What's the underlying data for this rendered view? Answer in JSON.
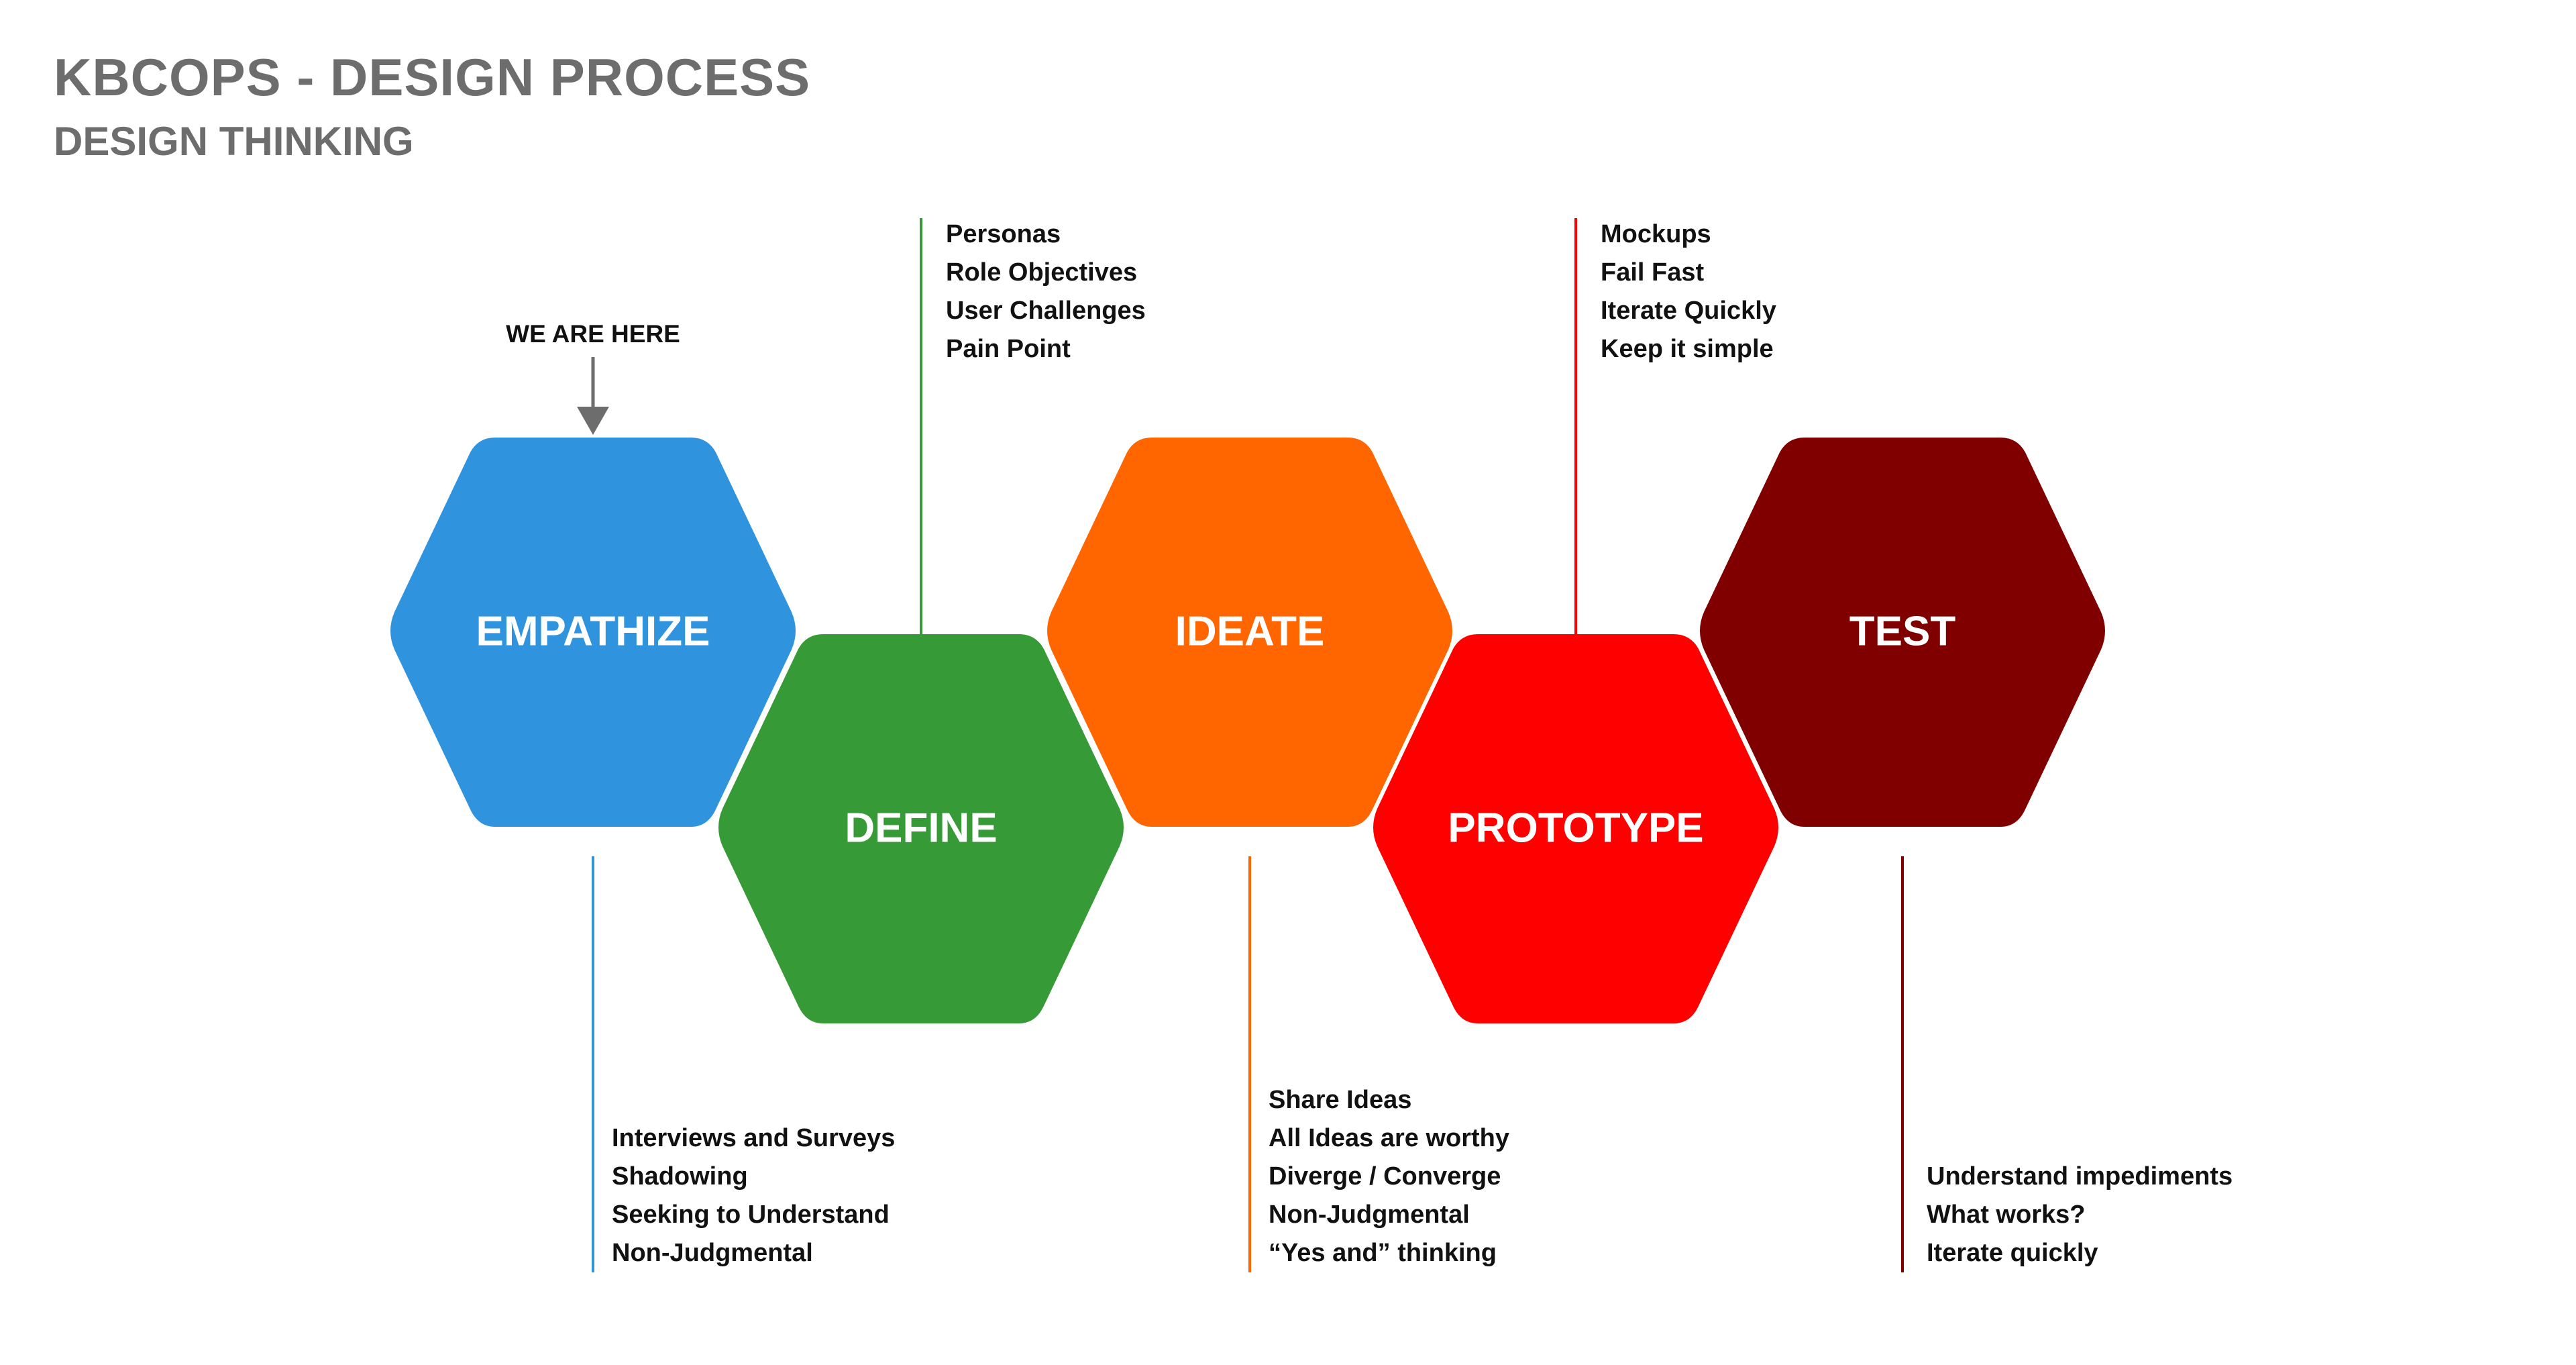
{
  "title": "KBCOPS - DESIGN PROCESS",
  "subtitle": "DESIGN THINKING",
  "marker": {
    "label": "WE ARE HERE"
  },
  "stages": [
    {
      "label": "EMPATHIZE",
      "color": "#2F93DE",
      "notes_position": "below",
      "notes": [
        "Interviews and Surveys",
        "Shadowing",
        "Seeking to Understand",
        "Non-Judgmental"
      ]
    },
    {
      "label": "DEFINE",
      "color": "#369A36",
      "notes_position": "above",
      "notes": [
        "Personas",
        "Role Objectives",
        "User Challenges",
        "Pain Point"
      ]
    },
    {
      "label": "IDEATE",
      "color": "#FF6600",
      "notes_position": "below",
      "notes": [
        "Share Ideas",
        "All Ideas are worthy",
        "Diverge / Converge",
        "Non-Judgmental",
        "“Yes and” thinking"
      ]
    },
    {
      "label": "PROTOTYPE",
      "color": "#FF0000",
      "notes_position": "above",
      "notes": [
        "Mockups",
        "Fail Fast",
        "Iterate Quickly",
        "Keep it simple"
      ]
    },
    {
      "label": "TEST",
      "color": "#800000",
      "notes_position": "below",
      "notes": [
        "Understand impediments",
        "What works?",
        "Iterate quickly"
      ]
    }
  ]
}
